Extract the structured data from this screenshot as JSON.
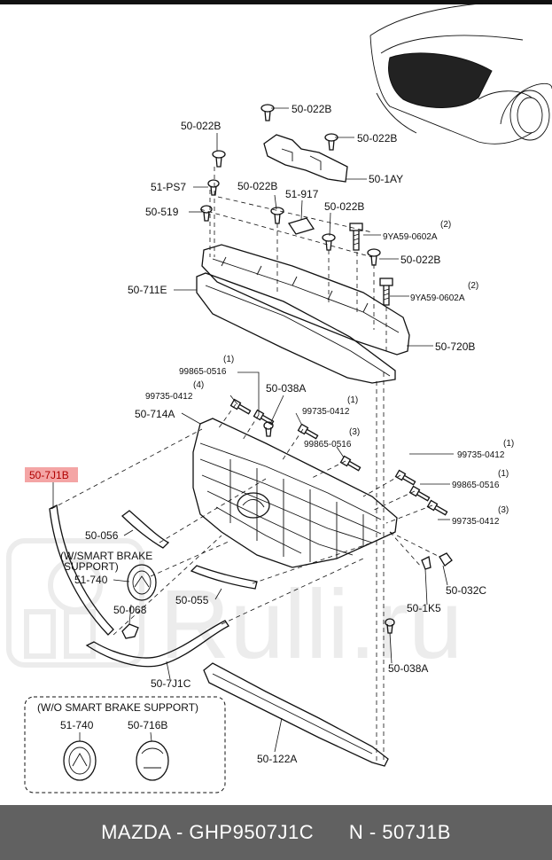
{
  "labels": {
    "p_50_022B_a": "50-022B",
    "p_50_022B_b": "50-022B",
    "p_50_022B_c": "50-022B",
    "p_50_022B_d": "50-022B",
    "p_50_022B_e": "50-022B",
    "p_50_022B_f": "50-022B",
    "p_50_1AY": "50-1AY",
    "p_51_PS7": "51-PS7",
    "p_51_917": "51-917",
    "p_50_519": "50-519",
    "p_9YA59_a": "9YA59-0602A",
    "p_9YA59_a_qty": "(2)",
    "p_9YA59_b": "9YA59-0602A",
    "p_9YA59_b_qty": "(2)",
    "p_50_711E": "50-711E",
    "p_50_720B": "50-720B",
    "p_99865_a": "99865-0516",
    "p_99865_a_qty": "(1)",
    "p_99735_a": "99735-0412",
    "p_99735_a_qty": "(4)",
    "p_50_038A_a": "50-038A",
    "p_50_714A": "50-714A",
    "p_99735_b": "99735-0412",
    "p_99735_b_qty": "(1)",
    "p_99865_b": "99865-0516",
    "p_99865_b_qty": "(3)",
    "p_50_7J1B": "50-7J1B",
    "p_99735_c": "99735-0412",
    "p_99735_c_qty": "(1)",
    "p_99865_c": "99865-0516",
    "p_99865_c_qty": "(1)",
    "p_99735_d": "99735-0412",
    "p_99735_d_qty": "(3)",
    "p_50_056": "50-056",
    "p_wsbs_1": "(W/SMART BRAKE",
    "p_wsbs_2": "SUPPORT)",
    "p_51_740_a": "51-740",
    "p_50_055": "50-055",
    "p_50_068": "50-068",
    "p_50_032C": "50-032C",
    "p_50_1K5": "50-1K5",
    "p_50_038A_b": "50-038A",
    "p_50_7J1C": "50-7J1C",
    "p_wosbs": "(W/O SMART BRAKE SUPPORT)",
    "p_51_740_b": "51-740",
    "p_50_716B": "50-716B",
    "p_50_122A": "50-122A"
  },
  "footer": {
    "brand": "MAZDA - GHP9507J1C",
    "number": "N - 507J1B"
  },
  "watermark": "Rulli.ru",
  "colors": {
    "highlight_fill": "#f4a5a5",
    "highlight_text": "#b00000",
    "footer_bg": "#616161",
    "watermark": "#e9e9e9"
  }
}
